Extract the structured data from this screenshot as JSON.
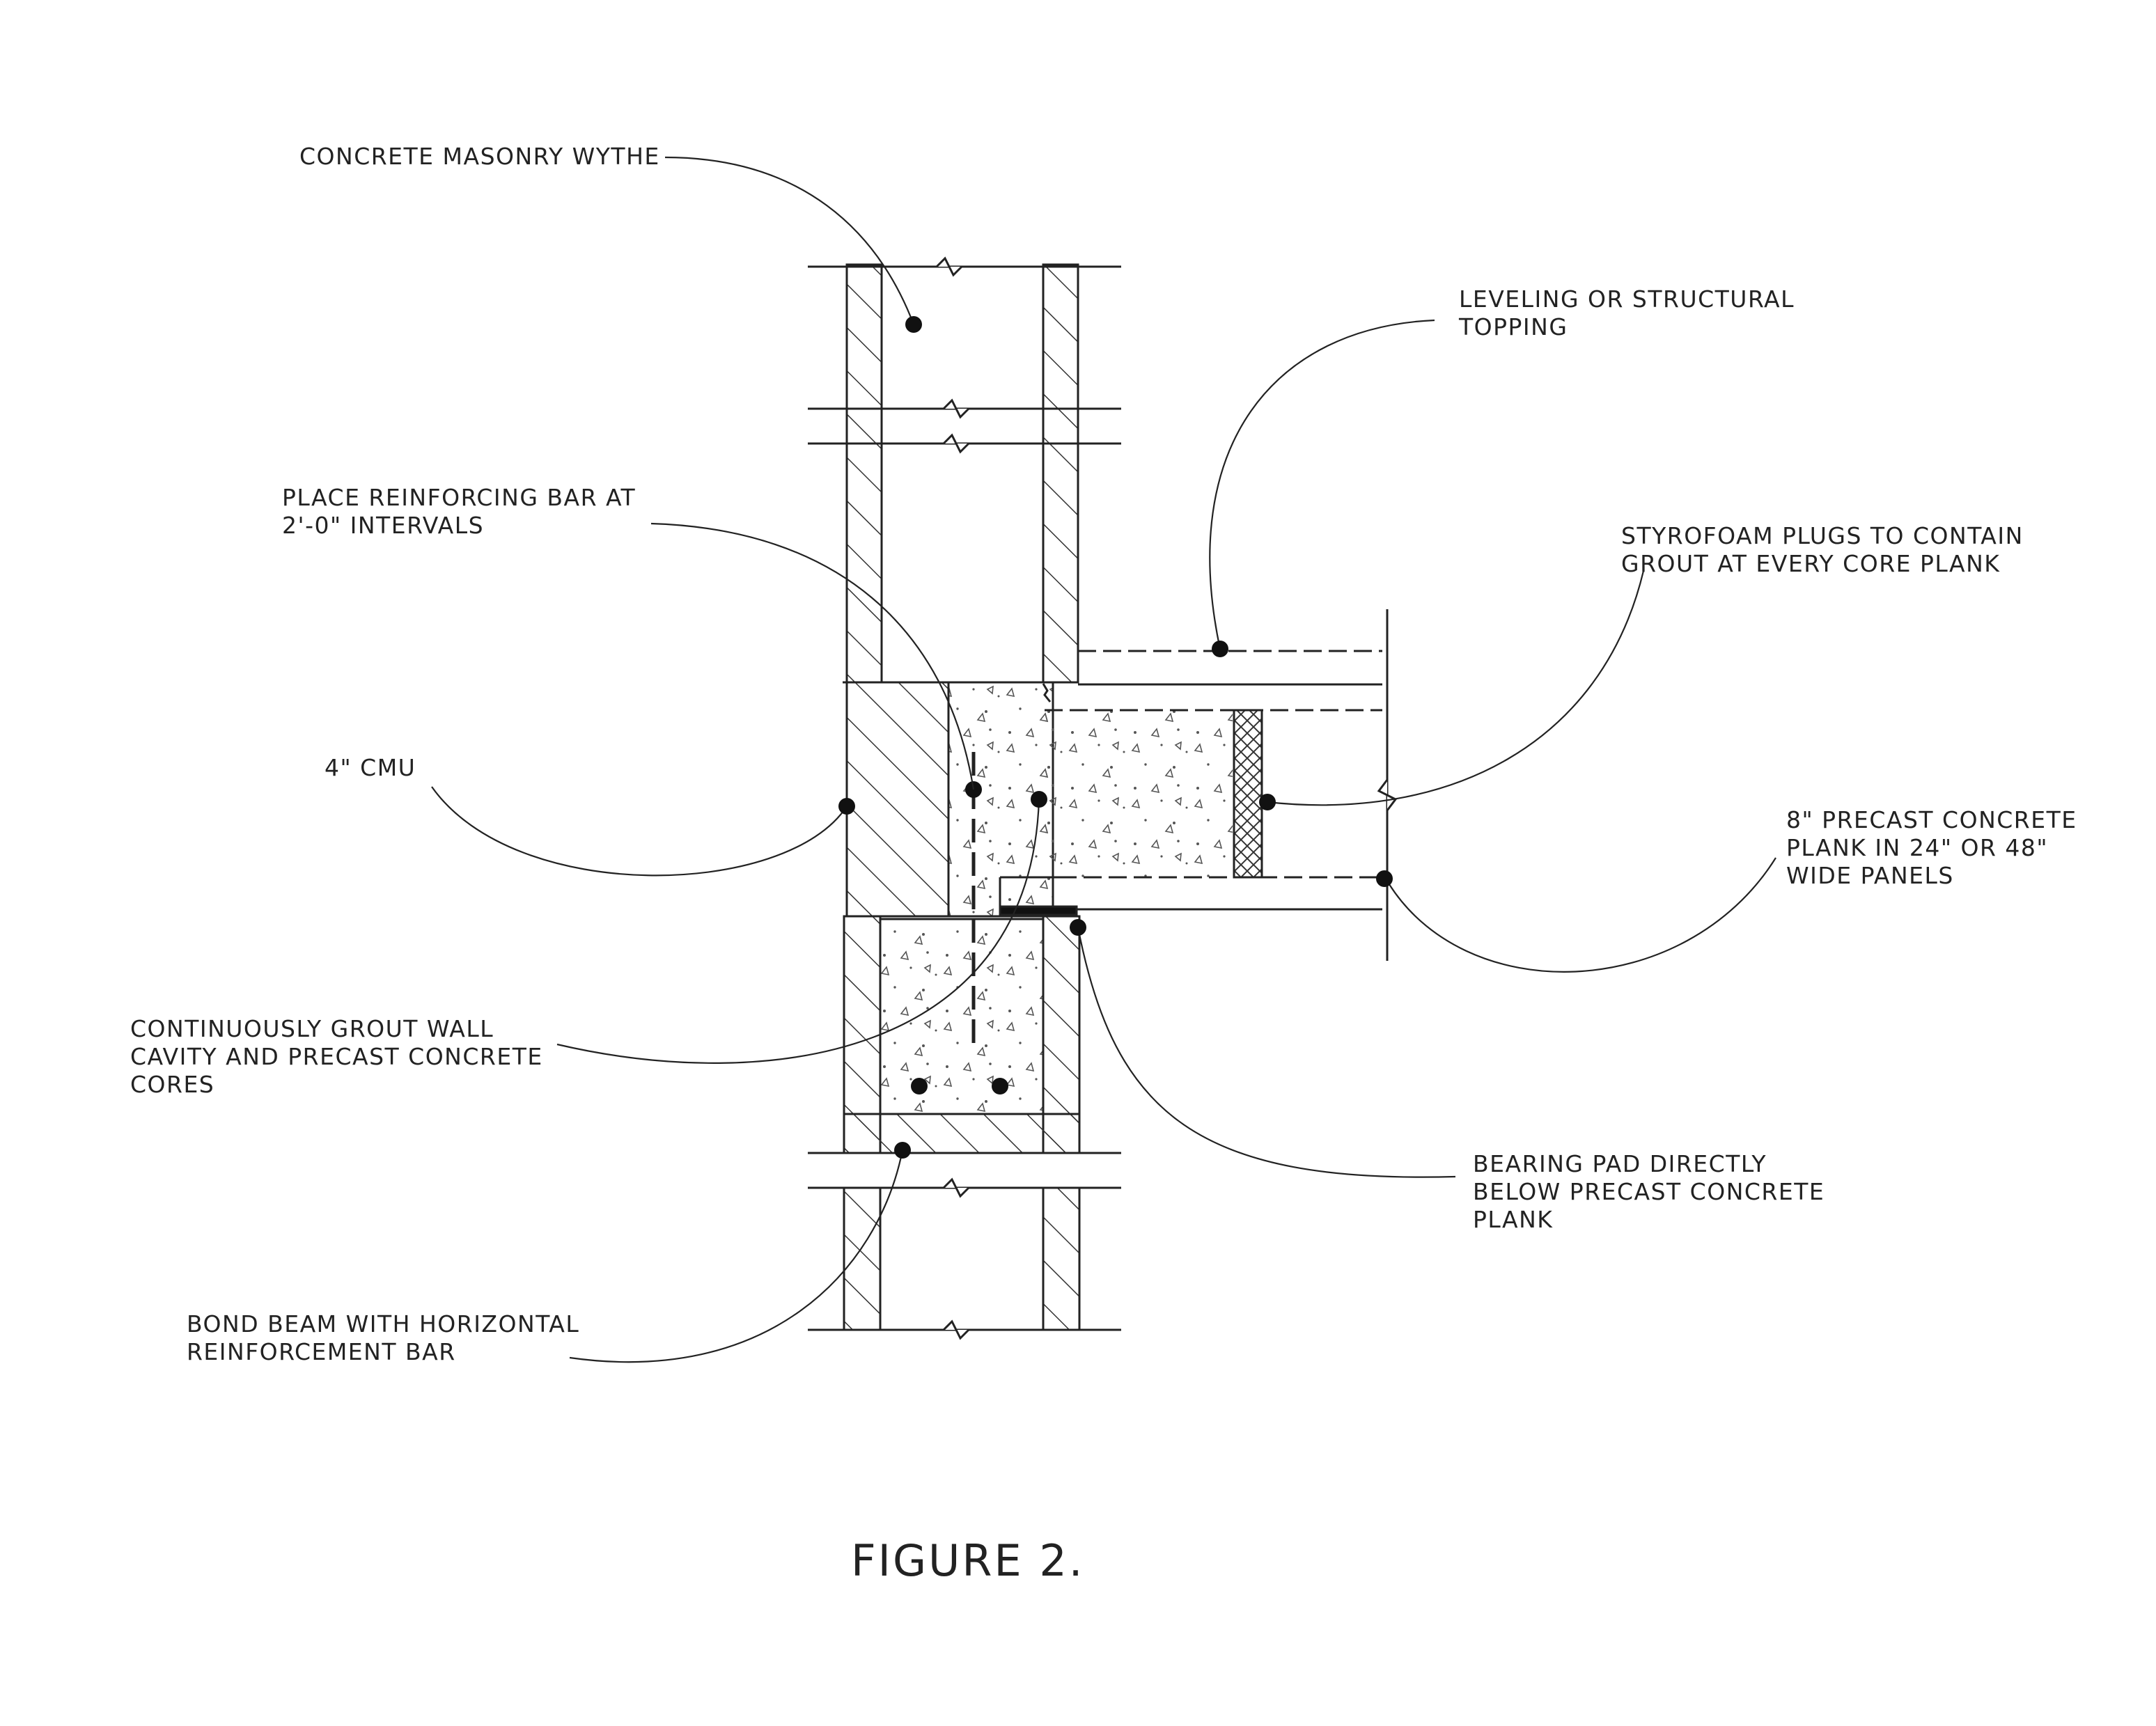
{
  "figure_caption": "FIGURE 2.",
  "labels": {
    "masonry_wythe": [
      "CONCRETE MASONRY WYTHE"
    ],
    "topping": [
      "LEVELING OR STRUCTURAL",
      "TOPPING"
    ],
    "reinforcing_bar": [
      "PLACE REINFORCING BAR AT",
      "2'-0\" INTERVALS"
    ],
    "styrofoam": [
      "STYROFOAM PLUGS TO CONTAIN",
      "GROUT AT EVERY CORE PLANK"
    ],
    "cmu": [
      "4\" CMU"
    ],
    "precast_plank": [
      "8\" PRECAST CONCRETE",
      "PLANK IN 24\" OR 48\"",
      "WIDE PANELS"
    ],
    "grout_wall": [
      "CONTINUOUSLY GROUT WALL",
      "CAVITY AND PRECAST CONCRETE",
      "CORES"
    ],
    "bearing_pad": [
      "BEARING PAD DIRECTLY",
      "BELOW PRECAST CONCRETE",
      "PLANK"
    ],
    "bond_beam": [
      "BOND BEAM WITH HORIZONTAL",
      "REINFORCEMENT BAR"
    ]
  }
}
